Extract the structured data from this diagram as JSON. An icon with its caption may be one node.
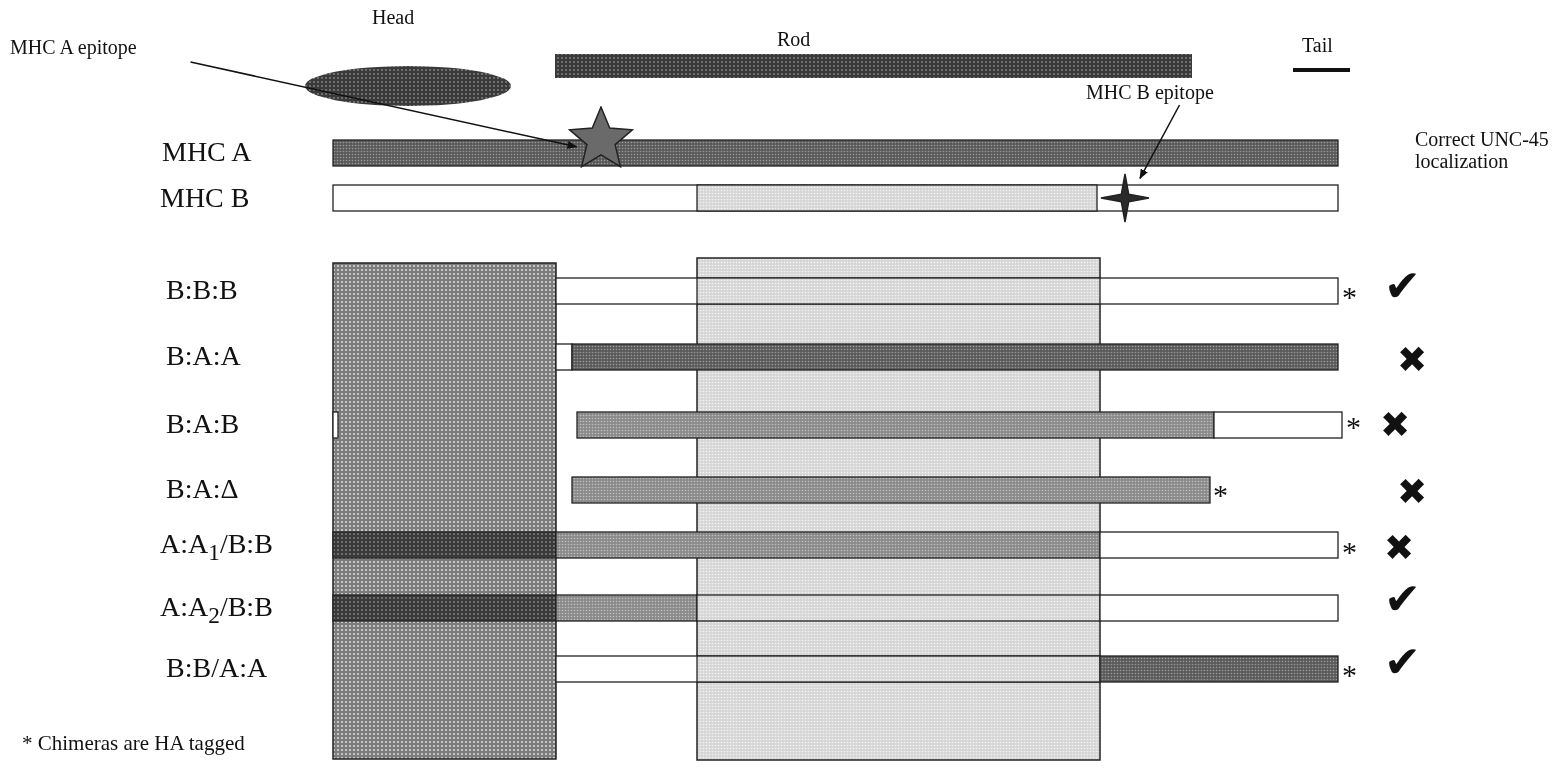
{
  "diagram": {
    "nodes": [
      {
        "text": [
          "MHC A epitope"
        ]
      },
      {
        "text": [],
        "shape": "star"
      },
      {
        "text": [
          "MHC B epitope"
        ]
      },
      {
        "text": [],
        "shape": "star"
      }
    ],
    "edges": [
      {
        "from": 0,
        "to": 1,
        "arrow": "to"
      },
      {
        "from": 2,
        "to": 3,
        "arrow": "to"
      }
    ],
    "labels": [
      "Head",
      "Rod",
      "Tail",
      "MHC A",
      "MHC B",
      "Correct UNC-45 localization",
      "B:B:B",
      "*",
      "✔",
      "B:A:A",
      "✖",
      "B:A:B",
      "*",
      "✖",
      "B:A:Δ",
      "*",
      "✖",
      "A:A$_{1}$/B:B",
      "*",
      "✖",
      "A:A$_{2}$/B:B",
      "✔",
      "B:B/A:A",
      "*",
      "✔",
      "* Chimeras are HA tagged"
    ]
  }
}
